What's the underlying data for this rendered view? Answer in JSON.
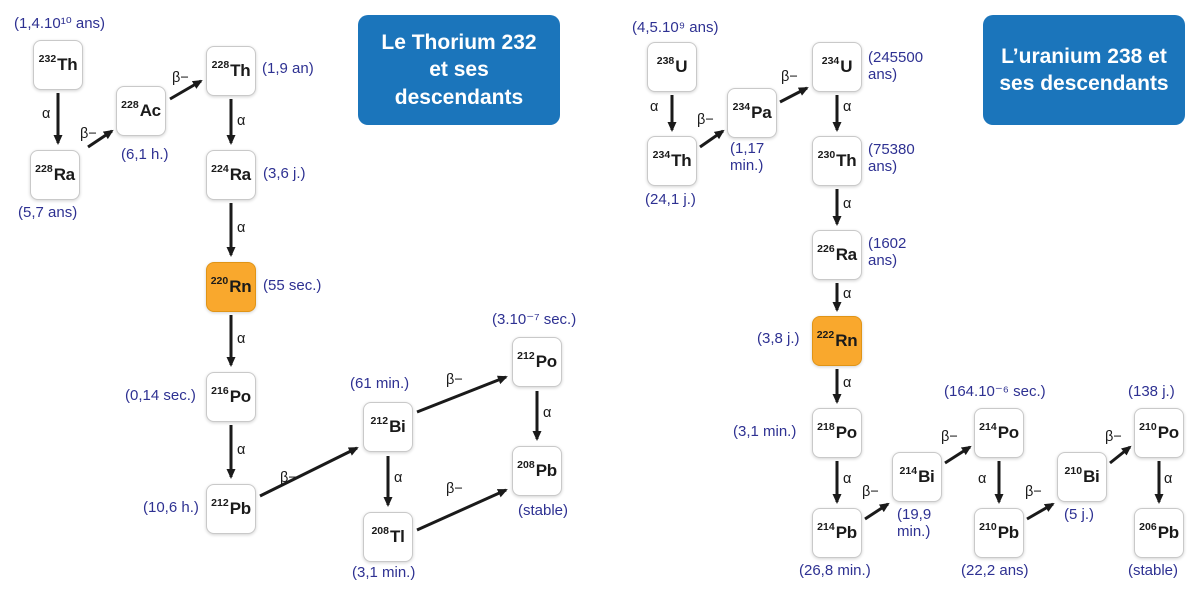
{
  "colors": {
    "title_bg": "#1B75BB",
    "title_text": "#FFFFFF",
    "halflife_text": "#2E3192",
    "box_bg": "#FFFFFF",
    "box_border": "#C9C9C9",
    "highlight_bg": "#F9A82D",
    "arrow": "#1A1A1A"
  },
  "left_chain": {
    "title": "Le Thorium 232 et ses descendants",
    "nodes": {
      "th232": {
        "mass": "232",
        "symbol": "Th",
        "halflife": "(1,4.10¹⁰ ans)"
      },
      "ac228": {
        "mass": "228",
        "symbol": "Ac",
        "halflife": "(6,1 h.)"
      },
      "th228": {
        "mass": "228",
        "symbol": "Th",
        "halflife": "(1,9 an)"
      },
      "ra228": {
        "mass": "228",
        "symbol": "Ra",
        "halflife": "(5,7 ans)"
      },
      "ra224": {
        "mass": "224",
        "symbol": "Ra",
        "halflife": "(3,6 j.)"
      },
      "rn220": {
        "mass": "220",
        "symbol": "Rn",
        "halflife": "(55 sec.)",
        "highlighted": true
      },
      "po216": {
        "mass": "216",
        "symbol": "Po",
        "halflife": "(0,14 sec.)"
      },
      "pb212": {
        "mass": "212",
        "symbol": "Pb",
        "halflife": "(10,6 h.)"
      },
      "bi212": {
        "mass": "212",
        "symbol": "Bi",
        "halflife": "(61 min.)"
      },
      "po212": {
        "mass": "212",
        "symbol": "Po",
        "halflife": "(3.10⁻⁷ sec.)"
      },
      "tl208": {
        "mass": "208",
        "symbol": "Tl",
        "halflife": "(3,1 min.)"
      },
      "pb208": {
        "mass": "208",
        "symbol": "Pb",
        "halflife": "(stable)"
      }
    },
    "decays": [
      {
        "from": "th232",
        "to": "ra228",
        "type": "α"
      },
      {
        "from": "ra228",
        "to": "ac228",
        "type": "β−"
      },
      {
        "from": "ac228",
        "to": "th228",
        "type": "β−"
      },
      {
        "from": "th228",
        "to": "ra224",
        "type": "α"
      },
      {
        "from": "ra224",
        "to": "rn220",
        "type": "α"
      },
      {
        "from": "rn220",
        "to": "po216",
        "type": "α"
      },
      {
        "from": "po216",
        "to": "pb212",
        "type": "α"
      },
      {
        "from": "pb212",
        "to": "bi212",
        "type": "β−"
      },
      {
        "from": "bi212",
        "to": "po212",
        "type": "β−"
      },
      {
        "from": "bi212",
        "to": "tl208",
        "type": "α"
      },
      {
        "from": "po212",
        "to": "pb208",
        "type": "α"
      },
      {
        "from": "tl208",
        "to": "pb208",
        "type": "β−"
      }
    ]
  },
  "right_chain": {
    "title": "L’uranium 238 et ses descendants",
    "nodes": {
      "u238": {
        "mass": "238",
        "symbol": "U",
        "halflife": "(4,5.10⁹ ans)"
      },
      "th234": {
        "mass": "234",
        "symbol": "Th",
        "halflife": "(24,1 j.)"
      },
      "pa234": {
        "mass": "234",
        "symbol": "Pa",
        "halflife": "(1,17 min.)"
      },
      "u234": {
        "mass": "234",
        "symbol": "U",
        "halflife": "(245500 ans)"
      },
      "th230": {
        "mass": "230",
        "symbol": "Th",
        "halflife": "(75380 ans)"
      },
      "ra226": {
        "mass": "226",
        "symbol": "Ra",
        "halflife": "(1602 ans)"
      },
      "rn222": {
        "mass": "222",
        "symbol": "Rn",
        "halflife": "(3,8 j.)",
        "highlighted": true
      },
      "po218": {
        "mass": "218",
        "symbol": "Po",
        "halflife": "(3,1 min.)"
      },
      "pb214": {
        "mass": "214",
        "symbol": "Pb",
        "halflife": "(26,8 min.)"
      },
      "bi214": {
        "mass": "214",
        "symbol": "Bi",
        "halflife": "(19,9 min.)"
      },
      "po214": {
        "mass": "214",
        "symbol": "Po",
        "halflife": "(164.10⁻⁶ sec.)"
      },
      "pb210": {
        "mass": "210",
        "symbol": "Pb",
        "halflife": "(22,2 ans)"
      },
      "bi210": {
        "mass": "210",
        "symbol": "Bi",
        "halflife": "(5 j.)"
      },
      "po210": {
        "mass": "210",
        "symbol": "Po",
        "halflife": "(138 j.)"
      },
      "pb206": {
        "mass": "206",
        "symbol": "Pb",
        "halflife": "(stable)"
      }
    },
    "decays": [
      {
        "from": "u238",
        "to": "th234",
        "type": "α"
      },
      {
        "from": "th234",
        "to": "pa234",
        "type": "β−"
      },
      {
        "from": "pa234",
        "to": "u234",
        "type": "β−"
      },
      {
        "from": "u234",
        "to": "th230",
        "type": "α"
      },
      {
        "from": "th230",
        "to": "ra226",
        "type": "α"
      },
      {
        "from": "ra226",
        "to": "rn222",
        "type": "α"
      },
      {
        "from": "rn222",
        "to": "po218",
        "type": "α"
      },
      {
        "from": "po218",
        "to": "pb214",
        "type": "α"
      },
      {
        "from": "pb214",
        "to": "bi214",
        "type": "β−"
      },
      {
        "from": "bi214",
        "to": "po214",
        "type": "β−"
      },
      {
        "from": "po214",
        "to": "pb210",
        "type": "α"
      },
      {
        "from": "pb210",
        "to": "bi210",
        "type": "β−"
      },
      {
        "from": "bi210",
        "to": "po210",
        "type": "β−"
      },
      {
        "from": "po210",
        "to": "pb206",
        "type": "α"
      }
    ]
  }
}
